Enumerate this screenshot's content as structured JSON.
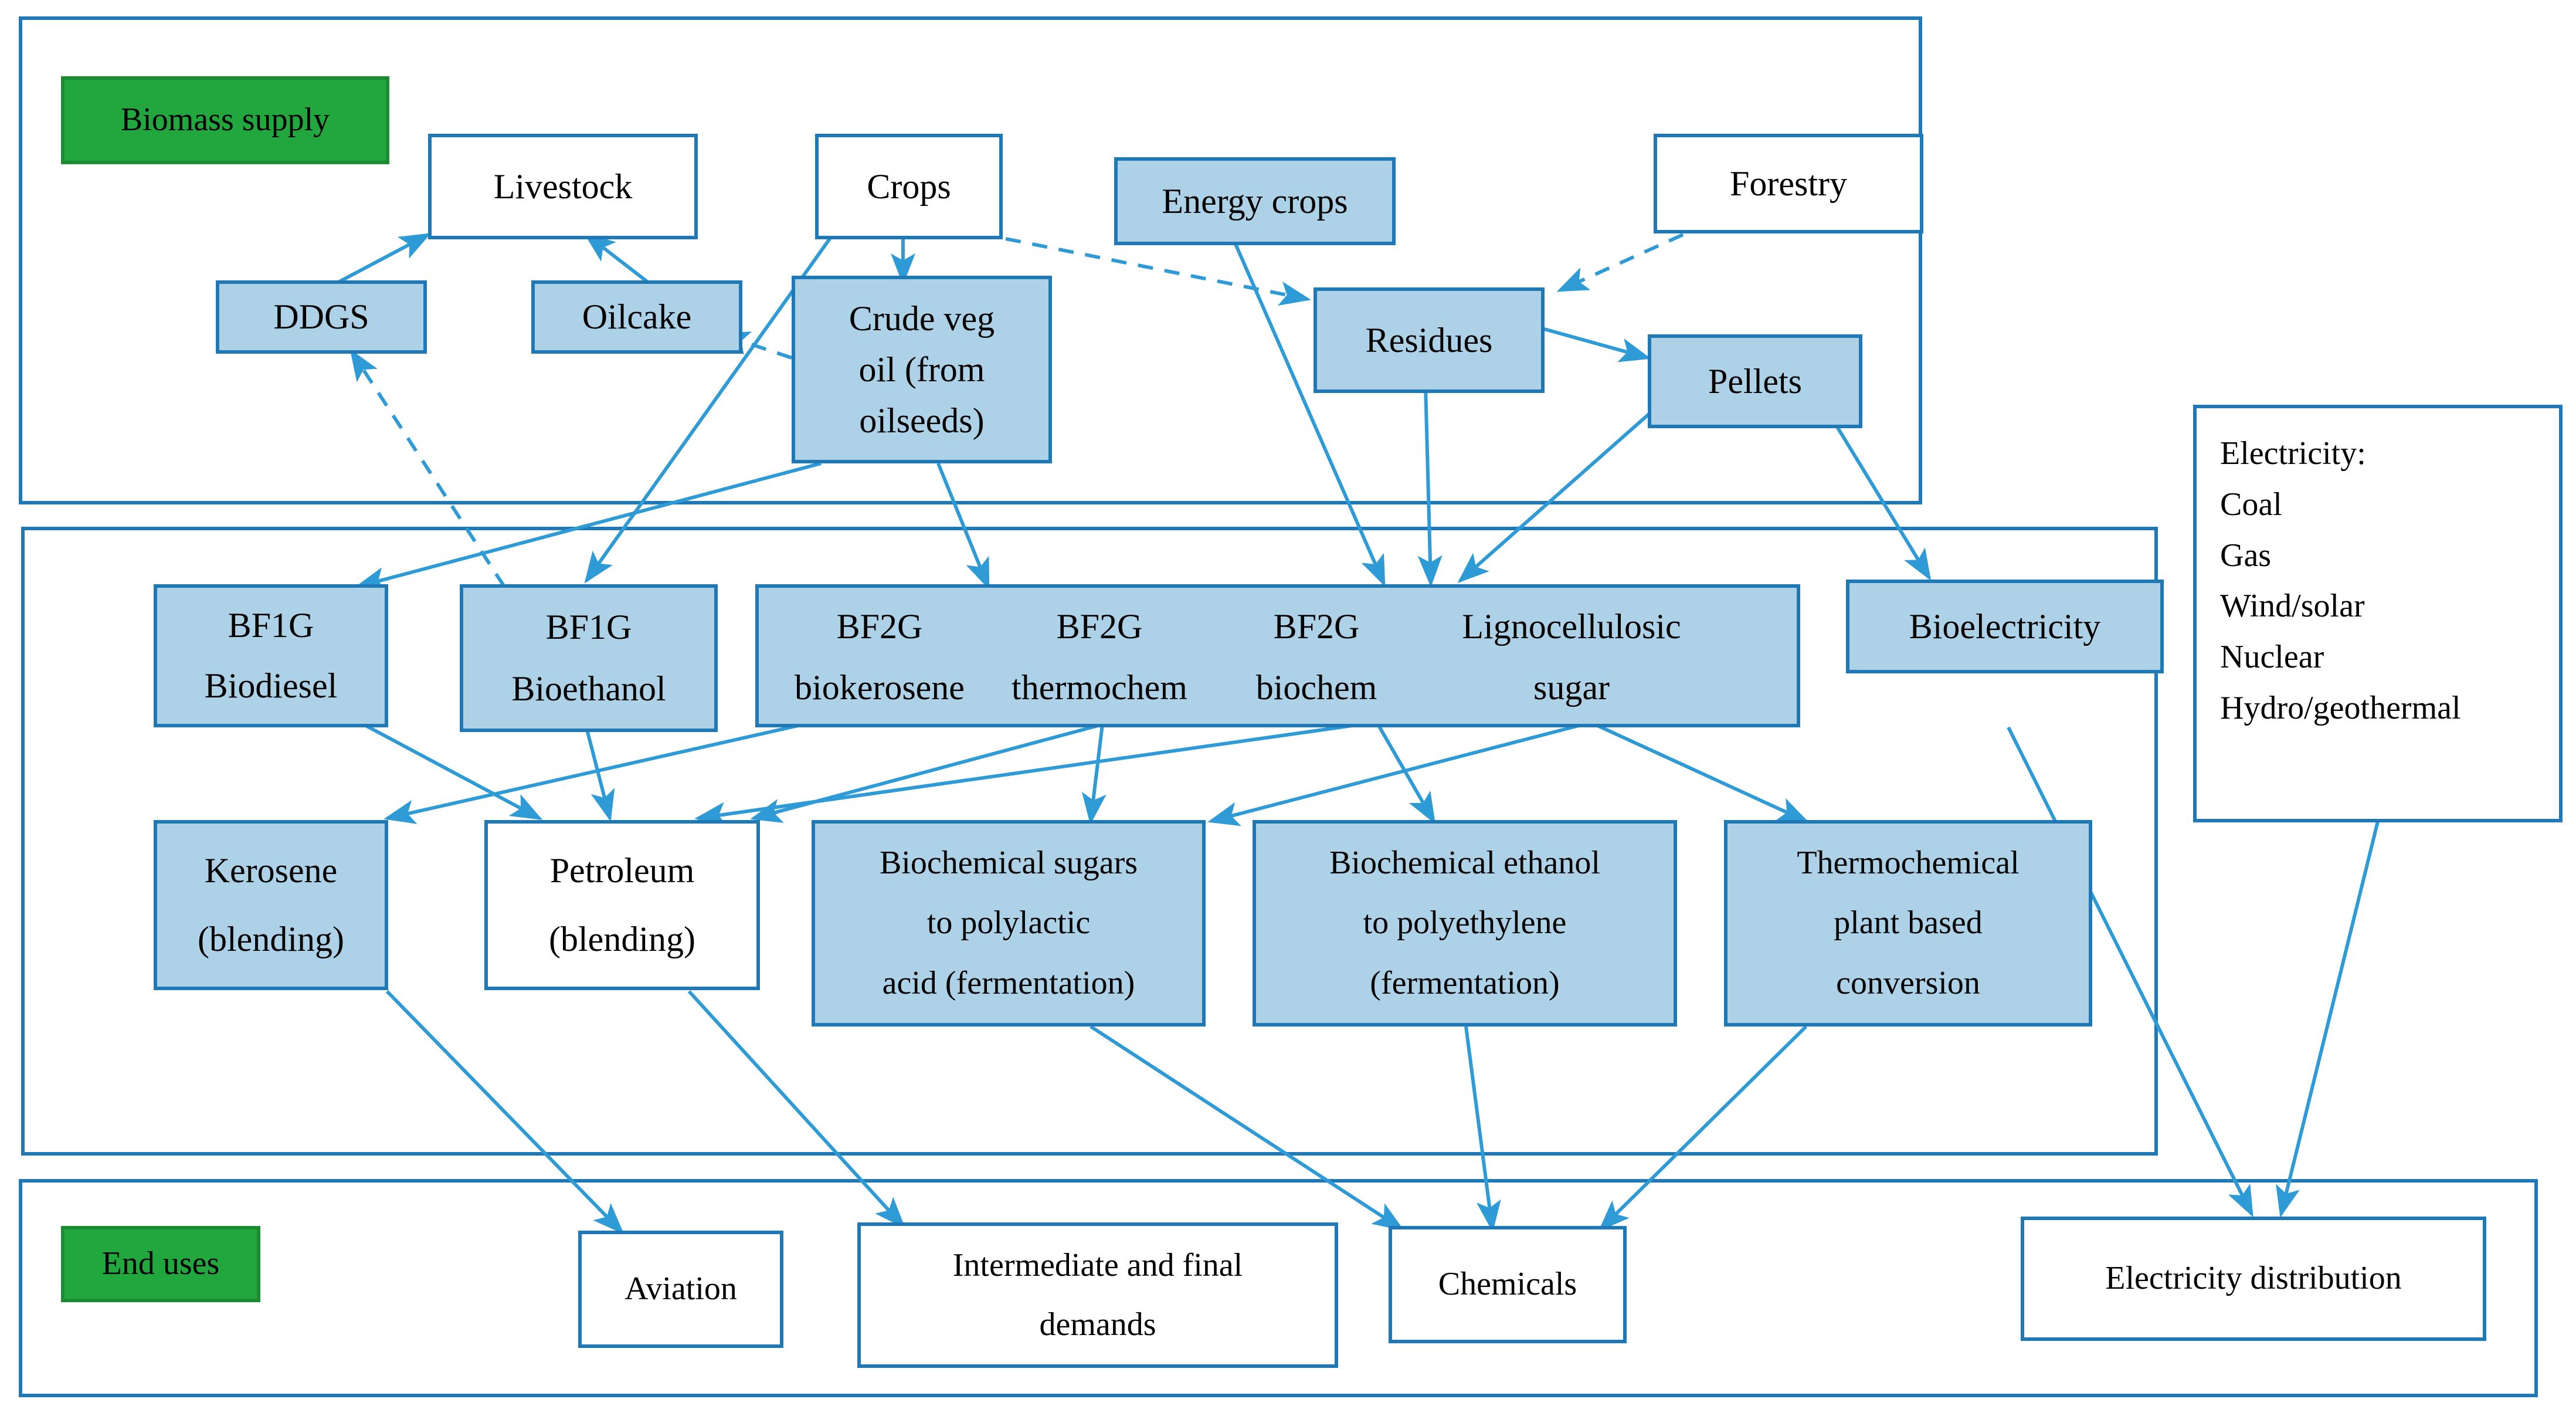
{
  "diagram": {
    "title": "Bioenergy value chain flow diagram",
    "colors": {
      "node_fill_blue": "#ADD2E8",
      "node_fill_white": "#FFFFFF",
      "node_fill_green": "#22A73F",
      "border_blue": "#2079B5",
      "arrow_blue": "#2E9BD6"
    },
    "bands": [
      {
        "id": "biomass-supply",
        "legend": "Biomass supply"
      },
      {
        "id": "conversion",
        "legend": ""
      },
      {
        "id": "end-uses",
        "legend": "End uses"
      }
    ],
    "nodes": [
      {
        "id": "biomass-supply-legend",
        "label": "Biomass supply",
        "fill": "green"
      },
      {
        "id": "livestock",
        "label": "Livestock",
        "fill": "white"
      },
      {
        "id": "crops",
        "label": "Crops",
        "fill": "white"
      },
      {
        "id": "energy-crops",
        "label": "Energy crops",
        "fill": "blue"
      },
      {
        "id": "forestry",
        "label": "Forestry",
        "fill": "white"
      },
      {
        "id": "ddgs",
        "label": "DDGS",
        "fill": "blue"
      },
      {
        "id": "oilcake",
        "label": "Oilcake",
        "fill": "blue"
      },
      {
        "id": "crude-veg-oil",
        "label": "Crude veg oil (from oilseeds)",
        "fill": "blue"
      },
      {
        "id": "residues",
        "label": "Residues",
        "fill": "blue"
      },
      {
        "id": "pellets",
        "label": "Pellets",
        "fill": "blue"
      },
      {
        "id": "electricity-sources",
        "label": "Electricity:\nCoal\nGas\nWind/solar\nNuclear\nHydro/geothermal",
        "fill": "white"
      },
      {
        "id": "bf1g-biodiesel",
        "label": "BF1G Biodiesel",
        "fill": "blue"
      },
      {
        "id": "bf1g-bioethanol",
        "label": "BF1G Bioethanol",
        "fill": "blue"
      },
      {
        "id": "bf2g-block",
        "label": "",
        "fill": "blue"
      },
      {
        "id": "bf2g-biokerosene",
        "label": "BF2G biokerosene",
        "fill": "blue"
      },
      {
        "id": "bf2g-thermochem",
        "label": "BF2G thermochem",
        "fill": "blue"
      },
      {
        "id": "bf2g-biochem",
        "label": "BF2G biochem",
        "fill": "blue"
      },
      {
        "id": "lignocellulosic-sugar",
        "label": "Lignocellulosic sugar",
        "fill": "blue"
      },
      {
        "id": "bioelectricity",
        "label": "Bioelectricity",
        "fill": "blue"
      },
      {
        "id": "kerosene-blending",
        "label": "Kerosene (blending)",
        "fill": "blue"
      },
      {
        "id": "petroleum-blending",
        "label": "Petroleum (blending)",
        "fill": "white"
      },
      {
        "id": "biochemical-sugars-pla",
        "label": "Biochemical sugars to polylactic acid (fermentation)",
        "fill": "blue"
      },
      {
        "id": "biochemical-ethanol-pe",
        "label": "Biochemical ethanol to polyethylene (fermentation)",
        "fill": "blue"
      },
      {
        "id": "thermochemical-conversion",
        "label": "Thermochemical plant based conversion",
        "fill": "blue"
      },
      {
        "id": "end-uses-legend",
        "label": "End uses",
        "fill": "green"
      },
      {
        "id": "aviation",
        "label": "Aviation",
        "fill": "white"
      },
      {
        "id": "intermediate-final-demands",
        "label": "Intermediate and final demands",
        "fill": "white"
      },
      {
        "id": "chemicals",
        "label": "Chemicals",
        "fill": "white"
      },
      {
        "id": "electricity-distribution",
        "label": "Electricity distribution",
        "fill": "white"
      }
    ],
    "node_labels": {
      "biomass_supply_legend": "Biomass supply",
      "livestock": "Livestock",
      "crops": "Crops",
      "energy_crops": "Energy crops",
      "forestry": "Forestry",
      "ddgs": "DDGS",
      "oilcake": "Oilcake",
      "crude_veg_oil_l1": "Crude veg",
      "crude_veg_oil_l2": "oil (from",
      "crude_veg_oil_l3": "oilseeds)",
      "residues": "Residues",
      "pellets": "Pellets",
      "bf1g_biodiesel_l1": "BF1G",
      "bf1g_biodiesel_l2": "Biodiesel",
      "bf1g_bioethanol_l1": "BF1G",
      "bf1g_bioethanol_l2": "Bioethanol",
      "bf2g_biokerosene_l1": "BF2G",
      "bf2g_biokerosene_l2": "biokerosene",
      "bf2g_thermochem_l1": "BF2G",
      "bf2g_thermochem_l2": "thermochem",
      "bf2g_biochem_l1": "BF2G",
      "bf2g_biochem_l2": "biochem",
      "lignocellulosic_l1": "Lignocellulosic",
      "lignocellulosic_l2": "sugar",
      "bioelectricity": "Bioelectricity",
      "kerosene_l1": "Kerosene",
      "kerosene_l2": "(blending)",
      "petroleum_l1": "Petroleum",
      "petroleum_l2": "(blending)",
      "biochem_sugars_l1": "Biochemical sugars",
      "biochem_sugars_l2": "to polylactic",
      "biochem_sugars_l3": "acid (fermentation)",
      "biochem_ethanol_l1": "Biochemical ethanol",
      "biochem_ethanol_l2": "to polyethylene",
      "biochem_ethanol_l3": "(fermentation)",
      "thermochem_conv_l1": "Thermochemical",
      "thermochem_conv_l2": "plant based",
      "thermochem_conv_l3": "conversion",
      "end_uses_legend": "End uses",
      "aviation": "Aviation",
      "intermediate_l1": "Intermediate and final",
      "intermediate_l2": "demands",
      "chemicals": "Chemicals",
      "electricity_distribution": "Electricity distribution",
      "electricity_title": "Electricity:",
      "electricity_coal": "Coal",
      "electricity_gas": "Gas",
      "electricity_wind_solar": "Wind/solar",
      "electricity_nuclear": "Nuclear",
      "electricity_hydro": "Hydro/geothermal"
    },
    "edges": [
      {
        "from": "ddgs",
        "to": "livestock",
        "style": "solid"
      },
      {
        "from": "oilcake",
        "to": "livestock",
        "style": "solid"
      },
      {
        "from": "crops",
        "to": "crude-veg-oil",
        "style": "solid"
      },
      {
        "from": "crops",
        "to": "residues",
        "style": "dashed"
      },
      {
        "from": "forestry",
        "to": "residues",
        "style": "dashed"
      },
      {
        "from": "residues",
        "to": "pellets",
        "style": "solid"
      },
      {
        "from": "crude-veg-oil",
        "to": "oilcake",
        "style": "dashed"
      },
      {
        "from": "bf1g-bioethanol",
        "to": "ddgs",
        "style": "dashed"
      },
      {
        "from": "crops",
        "to": "bf1g-bioethanol",
        "style": "solid"
      },
      {
        "from": "crude-veg-oil",
        "to": "bf1g-biodiesel",
        "style": "solid"
      },
      {
        "from": "crude-veg-oil",
        "to": "bf2g-biokerosene",
        "style": "solid"
      },
      {
        "from": "energy-crops",
        "to": "bf2g-biochem",
        "style": "solid"
      },
      {
        "from": "residues",
        "to": "bf2g-biochem",
        "style": "solid"
      },
      {
        "from": "pellets",
        "to": "lignocellulosic-sugar",
        "style": "solid"
      },
      {
        "from": "pellets",
        "to": "bioelectricity",
        "style": "solid"
      },
      {
        "from": "bf1g-biodiesel",
        "to": "petroleum-blending",
        "style": "solid"
      },
      {
        "from": "bf1g-bioethanol",
        "to": "petroleum-blending",
        "style": "solid"
      },
      {
        "from": "bf2g-biokerosene",
        "to": "kerosene-blending",
        "style": "solid"
      },
      {
        "from": "bf2g-thermochem",
        "to": "petroleum-blending",
        "style": "solid"
      },
      {
        "from": "bf2g-thermochem",
        "to": "biochemical-sugars-pla",
        "style": "solid"
      },
      {
        "from": "bf2g-biochem",
        "to": "petroleum-blending",
        "style": "solid"
      },
      {
        "from": "bf2g-biochem",
        "to": "biochemical-ethanol-pe",
        "style": "solid"
      },
      {
        "from": "lignocellulosic-sugar",
        "to": "thermochemical-conversion",
        "style": "solid"
      },
      {
        "from": "lignocellulosic-sugar",
        "to": "biochemical-sugars-pla",
        "style": "solid"
      },
      {
        "from": "bioelectricity",
        "to": "electricity-distribution",
        "style": "solid"
      },
      {
        "from": "kerosene-blending",
        "to": "aviation",
        "style": "solid"
      },
      {
        "from": "petroleum-blending",
        "to": "intermediate-final-demands",
        "style": "solid"
      },
      {
        "from": "biochemical-sugars-pla",
        "to": "chemicals",
        "style": "solid"
      },
      {
        "from": "biochemical-ethanol-pe",
        "to": "chemicals",
        "style": "solid"
      },
      {
        "from": "thermochemical-conversion",
        "to": "chemicals",
        "style": "solid"
      },
      {
        "from": "electricity-sources",
        "to": "electricity-distribution",
        "style": "solid"
      }
    ]
  }
}
